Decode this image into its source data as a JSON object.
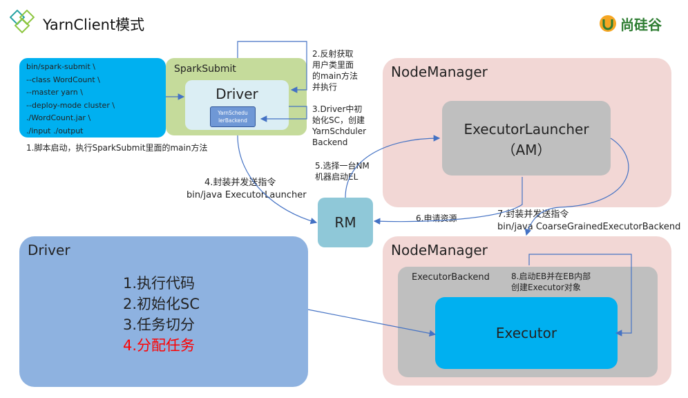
{
  "header": {
    "title": "YarnClient模式",
    "brand": "尚硅谷"
  },
  "client_cmd": {
    "lines": [
      "bin/spark-submit \\",
      "--class WordCount \\",
      "--master yarn \\",
      "--deploy-mode cluster \\",
      "./WordCount.jar \\",
      "./input ./output"
    ]
  },
  "spark_submit": {
    "label": "SparkSubmit",
    "driver_label": "Driver",
    "scheduler_lines": [
      "YarnSchedu",
      "lerBackend"
    ]
  },
  "node_manager_top": {
    "label": "NodeManager",
    "executor_launcher": "ExecutorLauncher",
    "am": "（AM）"
  },
  "rm": {
    "label": "RM"
  },
  "driver_box": {
    "label": "Driver",
    "tasks": [
      "1.执行代码",
      "2.初始化SC",
      "3.任务切分",
      "4.分配任务"
    ]
  },
  "node_manager_bottom": {
    "label": "NodeManager",
    "executor_backend": "ExecutorBackend",
    "executor": "Executor"
  },
  "steps": {
    "s1": "1.脚本启动，执行SparkSubmit里面的main方法",
    "s2": [
      "2.反射获取",
      "用户类里面",
      "的main方法",
      "并执行"
    ],
    "s3": [
      "3.Driver中初",
      "始化SC，创建",
      "YarnSchduler",
      "Backend"
    ],
    "s4": [
      "4.封装并发送指令",
      "bin/java ExecutorLauncher"
    ],
    "s5": [
      "5.选择一台NM",
      "机器启动EL"
    ],
    "s6": "6.申请资源",
    "s7": [
      "7.封装并发送指令",
      "bin/java CoarseGrainedExecutorBackend"
    ],
    "s8": [
      "8.启动EB并在EB内部",
      "创建Executor对象"
    ]
  },
  "colors": {
    "arrow": "#4472c4",
    "client_blue": "#00b0f0",
    "spark_green": "#c5db9b",
    "nm_pink": "#f2d7d5",
    "gray": "#bfbfbf",
    "driver_blue": "#8eb2e0",
    "task_red": "#ff0000"
  }
}
